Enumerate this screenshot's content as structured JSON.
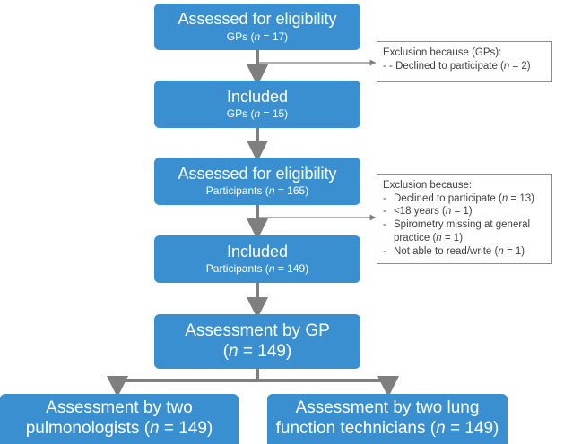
{
  "boxes": {
    "eligibility_gps": {
      "title": "Assessed for eligibility",
      "sub_prefix": "GPs (",
      "n": "n",
      "sub_suffix": " = 17)"
    },
    "included_gps": {
      "title": "Included",
      "sub_prefix": "GPs (",
      "n": "n",
      "sub_suffix": " = 15)"
    },
    "eligibility_participants": {
      "title": "Assessed for eligibility",
      "sub_prefix": "Participants (",
      "n": "n",
      "sub_suffix": " = 165)"
    },
    "included_participants": {
      "title": "Included",
      "sub_prefix": "Participants (",
      "n": "n",
      "sub_suffix": " = 149)"
    },
    "assessment_gp": {
      "title": "Assessment by GP",
      "sub_prefix": "(",
      "n": "n",
      "sub_suffix": " = 149)"
    },
    "pulmonologists": {
      "line1": "Assessment by two",
      "line2_prefix": "pulmonologists (",
      "n": "n",
      "line2_suffix": " = 149)"
    },
    "technicians": {
      "line1": "Assessment by two lung",
      "line2_prefix": "function technicians (",
      "n": "n",
      "line2_suffix": " = 149)"
    }
  },
  "exclusions": {
    "gps": {
      "heading": "Exclusion because (GPs):",
      "items": [
        {
          "prefix": "Declined to participate (",
          "n": "n",
          "suffix": " = 2)"
        }
      ]
    },
    "participants": {
      "heading": "Exclusion because:",
      "items": [
        {
          "prefix": "Declined to participate (",
          "n": "n",
          "suffix": " = 13)"
        },
        {
          "prefix": "<18 years (",
          "n": "n",
          "suffix": " = 1)"
        },
        {
          "prefix": "Spirometry missing at general practice (",
          "n": "n",
          "suffix": " = 1)"
        },
        {
          "prefix": "Not able to read/write (",
          "n": "n",
          "suffix": " = 1)"
        }
      ]
    }
  },
  "colors": {
    "box": "#3a8fd0",
    "arrow": "#7f7f7f",
    "exclusion_border": "#8c8c8c"
  }
}
